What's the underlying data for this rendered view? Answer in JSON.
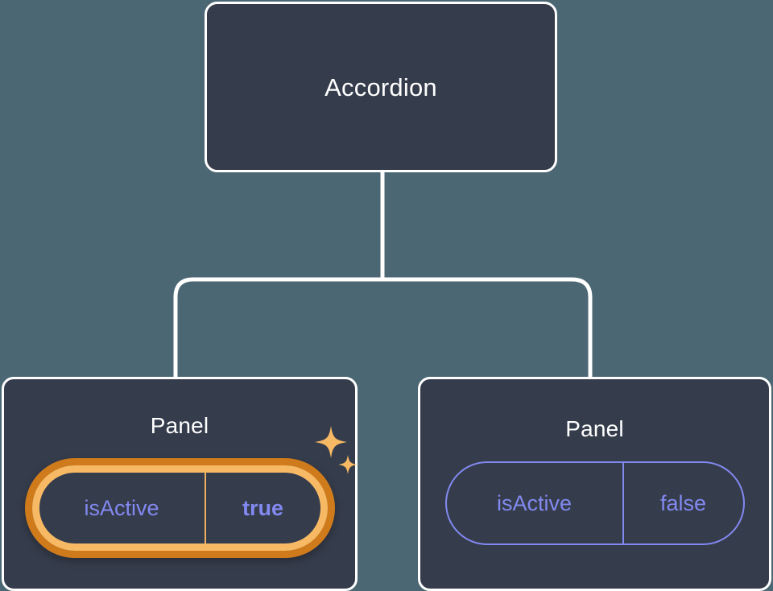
{
  "diagram": {
    "type": "component-tree",
    "background_color": "#4b6773",
    "node_fill_color": "#353c4b",
    "node_border_color": "#ffffff",
    "connector_color": "#ffffff",
    "prop_text_color": "#8289f0",
    "highlight_outer_color": "#cf7b1b",
    "highlight_inner_color": "#f8b964",
    "sparkle_color": "#f8b964"
  },
  "root": {
    "title": "Accordion"
  },
  "children": [
    {
      "title": "Panel",
      "highlighted": true,
      "prop": {
        "key": "isActive",
        "value": "true"
      },
      "sparkle_large": "sparkle-icon",
      "sparkle_small": "sparkle-icon"
    },
    {
      "title": "Panel",
      "highlighted": false,
      "prop": {
        "key": "isActive",
        "value": "false"
      }
    }
  ]
}
